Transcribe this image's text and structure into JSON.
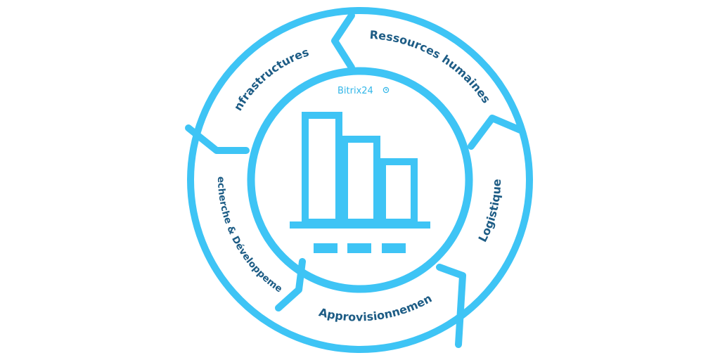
{
  "logo": {
    "text": "Bitrix24",
    "icon": "clock-icon"
  },
  "segments": [
    {
      "id": "infrastructures",
      "label": "Infrastructures"
    },
    {
      "id": "ressources-humaines",
      "label": "Ressources humaines"
    },
    {
      "id": "logistique",
      "label": "Logistique"
    },
    {
      "id": "approvisionnement",
      "label": "Approvisionnement"
    },
    {
      "id": "recherche-developpement",
      "label": "Recherche & Développement"
    }
  ],
  "colors": {
    "accent": "#3ec4f5",
    "label": "#1d5c85",
    "logo": "#32b6e8",
    "background": "#ffffff"
  },
  "center_icon": "bar-chart-icon"
}
